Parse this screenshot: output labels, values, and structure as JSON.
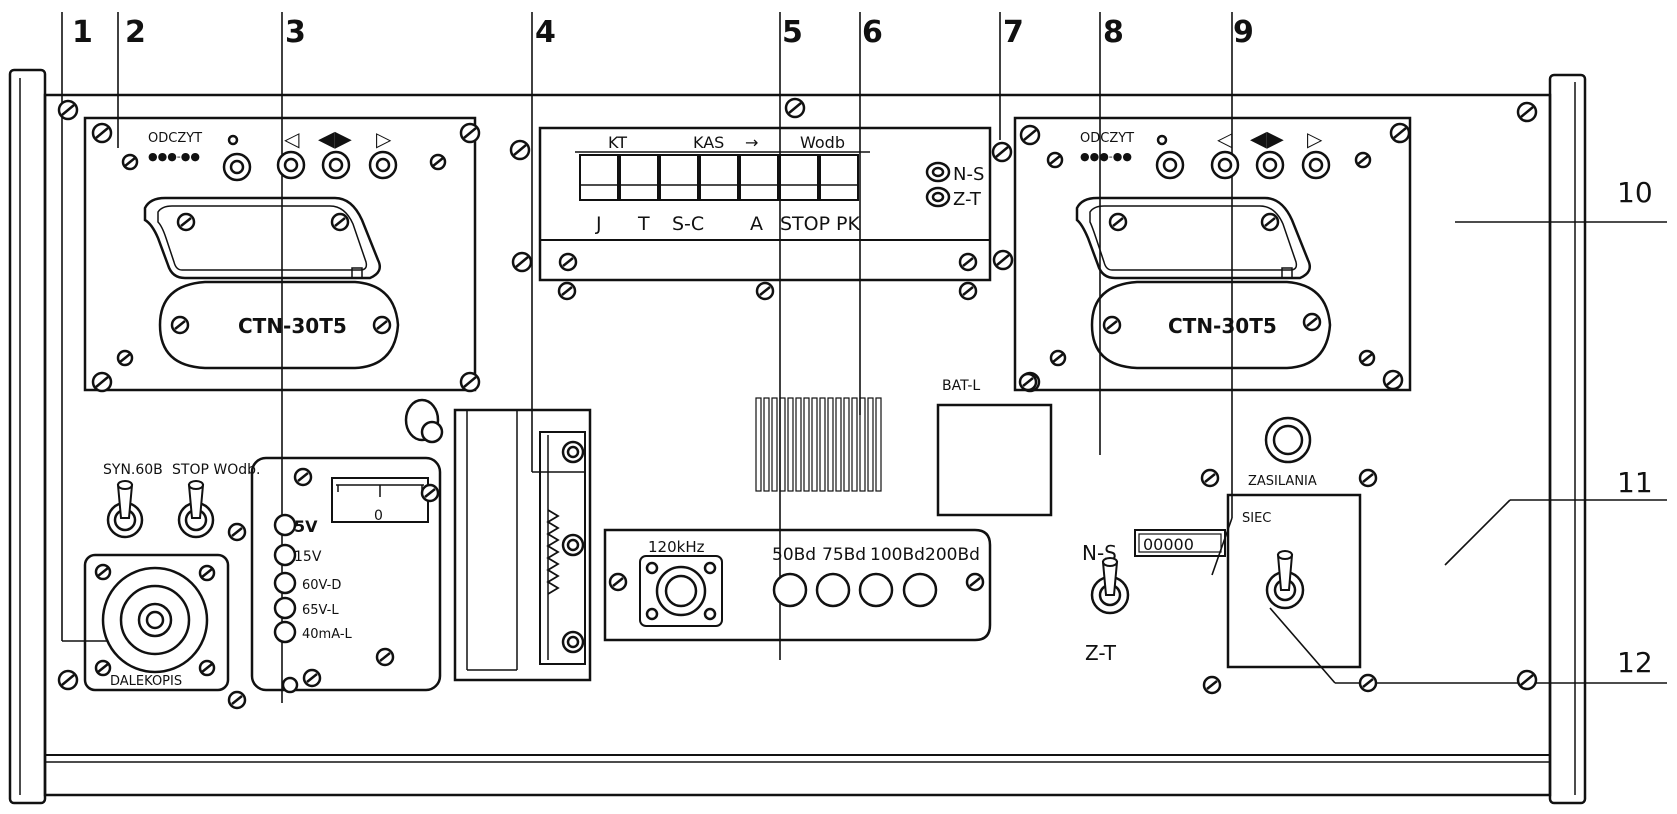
{
  "callouts": [
    "1",
    "2",
    "3",
    "4",
    "5",
    "6",
    "7",
    "8",
    "9",
    "10",
    "11",
    "12"
  ],
  "reader_left": {
    "readout_label": "ODCZYT",
    "readout_dots": "●●●-●●",
    "model": "CTN-30T5"
  },
  "reader_right": {
    "readout_label": "ODCZYT",
    "readout_dots": "●●●-●●",
    "model": "CTN-30T5"
  },
  "display": {
    "top_labels": [
      "KT",
      "KAS",
      "→",
      "Wodb"
    ],
    "key_labels": [
      "J",
      "T",
      "S-C",
      "A",
      "STOP",
      "PK"
    ],
    "indicators": [
      "N-S",
      "Z-T"
    ]
  },
  "switches_left": [
    "SYN.60B",
    "STOP WOdb."
  ],
  "connector_label": "DALEKOPIS",
  "meter_panel": {
    "scale_value": "0",
    "ranges": [
      "5V",
      "15V",
      "60V-D",
      "65V-L",
      "40mA-L"
    ]
  },
  "baud_panel": {
    "freq_label": "120kHz",
    "rates": [
      "50Bd",
      "75Bd",
      "100Bd",
      "200Bd"
    ]
  },
  "bat_label": "BAT-L",
  "ns_switch": {
    "top": "N-S",
    "bottom": "Z-T"
  },
  "counter_value": "00000",
  "power": {
    "lamp_label": "ZASILANIA",
    "switch_label": "SIEC"
  }
}
